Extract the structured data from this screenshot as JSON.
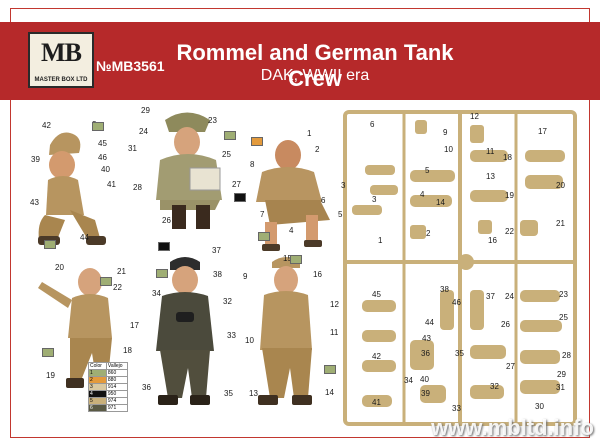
{
  "header": {
    "logo_text": "MB",
    "logo_sub": "MASTER BOX LTD",
    "code": "№MB3561",
    "title": "Rommel and German Tank Crew",
    "subtitle": "DAK, WWII era"
  },
  "figure_labels": {
    "f1": [
      "42",
      "3",
      "45",
      "46",
      "39",
      "40",
      "41",
      "43",
      "44"
    ],
    "f2": [
      "29",
      "23",
      "24",
      "25",
      "31",
      "28",
      "27",
      "26"
    ],
    "f3": [
      "1",
      "2",
      "8",
      "3",
      "7",
      "4",
      "5",
      "6"
    ],
    "f4": [
      "20",
      "21",
      "22",
      "17",
      "18",
      "19"
    ],
    "f5": [
      "37",
      "38",
      "34",
      "32",
      "33",
      "36",
      "35"
    ],
    "f6": [
      "15",
      "16",
      "9",
      "10",
      "11",
      "13",
      "14",
      "12"
    ]
  },
  "sprue_labels": [
    "6",
    "12",
    "17",
    "9",
    "11",
    "10",
    "5",
    "13",
    "18",
    "14",
    "20",
    "19",
    "3",
    "4",
    "22",
    "21",
    "1",
    "2",
    "16",
    "45",
    "38",
    "37",
    "24",
    "23",
    "46",
    "44",
    "25",
    "26",
    "43",
    "36",
    "35",
    "28",
    "42",
    "27",
    "40",
    "29",
    "32",
    "34",
    "31",
    "41",
    "39",
    "33",
    "30"
  ],
  "color_table": {
    "headers": [
      "Color",
      "Vallejo"
    ],
    "rows": [
      [
        "1",
        "860"
      ],
      [
        "2",
        "880"
      ],
      [
        "3",
        "914"
      ],
      [
        "4",
        "950"
      ],
      [
        "5",
        "974"
      ],
      [
        "6",
        "971"
      ]
    ]
  },
  "watermark": "www.mbltd.info"
}
